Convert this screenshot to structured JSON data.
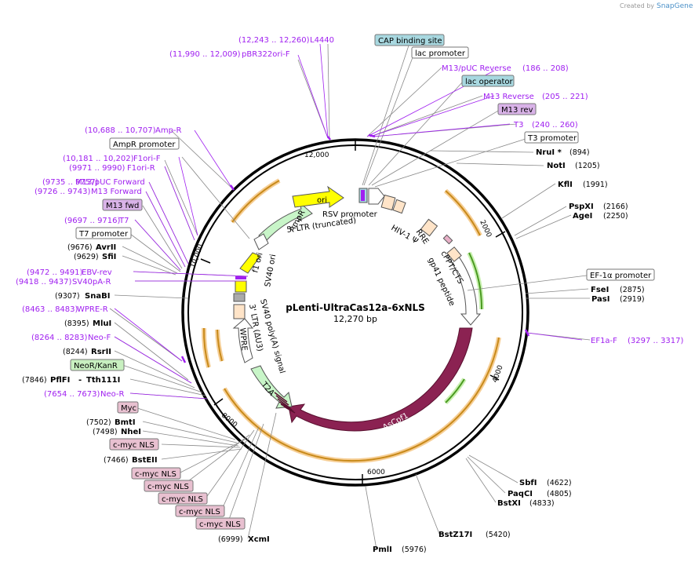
{
  "credit": {
    "prefix": "Created by",
    "brand": "SnapGene"
  },
  "plasmid": {
    "name": "pLenti-UltraCas12a-6xNLS",
    "size": "12,270 bp"
  },
  "ticks": [
    "12,000",
    "2000",
    "4000",
    "6000",
    "8000",
    "10,000"
  ],
  "enzymes": {
    "nrui": {
      "name": "NruI *",
      "pos": "(894)"
    },
    "noti": {
      "name": "NotI",
      "pos": "(1205)"
    },
    "kfli": {
      "name": "KflI",
      "pos": "(1991)"
    },
    "pspxi": {
      "name": "PspXI",
      "pos": "(2166)"
    },
    "agei": {
      "name": "AgeI",
      "pos": "(2250)"
    },
    "fsei": {
      "name": "FseI",
      "pos": "(2875)"
    },
    "pasi": {
      "name": "PasI",
      "pos": "(2919)"
    },
    "sbfi": {
      "name": "SbfI",
      "pos": "(4622)"
    },
    "paqci": {
      "name": "PaqCI",
      "pos": "(4805)"
    },
    "bstxi": {
      "name": "BstXI",
      "pos": "(4833)"
    },
    "bstz17i": {
      "name": "BstZ17I",
      "pos": "(5420)"
    },
    "pmli": {
      "name": "PmlI",
      "pos": "(5976)"
    },
    "xcmi": {
      "name": "XcmI",
      "pos": "(6999)"
    },
    "bsteii": {
      "name": "BstEII",
      "pos": "(7466)"
    },
    "nhei": {
      "name": "NheI",
      "pos": "(7498)"
    },
    "bmti": {
      "name": "BmtI",
      "pos": "(7502)"
    },
    "pflfi": {
      "name": "PflFI",
      "sep": "-",
      "name2": "Tth111I",
      "pos": "(7846)"
    },
    "rsrii": {
      "name": "RsrII",
      "pos": "(8244)"
    },
    "mlui": {
      "name": "MluI",
      "pos": "(8395)"
    },
    "snabi": {
      "name": "SnaBI",
      "pos": "(9307)"
    },
    "sfii": {
      "name": "SfiI",
      "pos": "(9629)"
    },
    "avrii": {
      "name": "AvrII",
      "pos": "(9676)"
    }
  },
  "primers": {
    "l4440": {
      "name": "L4440",
      "pos": "(12,243 .. 12,260)"
    },
    "pbr322": {
      "name": "pBR322ori-F",
      "pos": "(11,990 .. 12,009)"
    },
    "m13puc_rev": {
      "name": "M13/pUC Reverse",
      "pos": "(186 .. 208)"
    },
    "m13_reverse": {
      "name": "M13 Reverse",
      "pos": "(205 .. 221)"
    },
    "t3": {
      "name": "T3",
      "pos": "(240 .. 260)"
    },
    "ampr_p": {
      "name": "Amp-R",
      "pos": "(10,688 .. 10,707)"
    },
    "f1ori_f": {
      "name": "F1ori-F",
      "pos": "(10,181 .. 10,202)"
    },
    "f1ori_r": {
      "name": "F1ori-R",
      "pos": "(9971 .. 9990)"
    },
    "m13puc_fwd": {
      "name": "M13/pUC Forward",
      "pos": "(9735 .. 9757)"
    },
    "m13_forward": {
      "name": "M13 Forward",
      "pos": "(9726 .. 9743)"
    },
    "t7": {
      "name": "T7",
      "pos": "(9697 .. 9716)"
    },
    "ebv_rev": {
      "name": "EBV-rev",
      "pos": "(9472 .. 9491)"
    },
    "sv40pa_r": {
      "name": "SV40pA-R",
      "pos": "(9418 .. 9437)"
    },
    "wpre_r": {
      "name": "WPRE-R",
      "pos": "(8463 .. 8483)"
    },
    "neo_f": {
      "name": "Neo-F",
      "pos": "(8264 .. 8283)"
    },
    "neo_r": {
      "name": "Neo-R",
      "pos": "(7654 .. 7673)"
    },
    "ef1a_f": {
      "name": "EF1a-F",
      "pos": "(3297 .. 3317)"
    }
  },
  "boxed": {
    "cap": "CAP binding site",
    "lac_promoter": "lac promoter",
    "lac_operator": "lac operator",
    "m13_rev_box": "M13 rev",
    "t3_promoter": "T3 promoter",
    "ampr_promoter": "AmpR promoter",
    "m13_fwd_box": "M13 fwd",
    "t7_promoter": "T7 promoter",
    "ef1a_promoter": "EF-1α promoter",
    "neor": "NeoR/KanR",
    "myc": "Myc",
    "cmyc": [
      "c-myc NLS",
      "c-myc NLS",
      "c-myc NLS",
      "c-myc NLS",
      "c-myc NLS",
      "c-myc NLS"
    ]
  },
  "features": {
    "rsv": "RSV promoter",
    "ltr5": "5' LTR (truncated)",
    "hiv": "HIV-1 Ψ",
    "rre": "RRE",
    "cppt": "cPPT/CTS",
    "gp41": "gp41 peptide",
    "ascpf1": "AsCpf1",
    "t2a": "T2A",
    "wpre": "WPRE",
    "ltr3": "3' LTR (ΔU3)",
    "sv40pa": "SV40 poly(A) signal",
    "sv40ori": "SV40 ori",
    "f1ori": "f1 ori",
    "ampr": "AmpR",
    "ori": "ori"
  },
  "colors": {
    "primer": "#a020f0",
    "cas": "#8b2252",
    "orf": "#e8a640",
    "cap_box": "#a8d8e0",
    "m13_box": "#d9b3e8",
    "myc_box": "#e8c0d0",
    "neor_box": "#c8f0c0",
    "ori": "#ffff00",
    "ampr_arrow": "#c8f5c8",
    "ltr": "#ffe4c8"
  }
}
